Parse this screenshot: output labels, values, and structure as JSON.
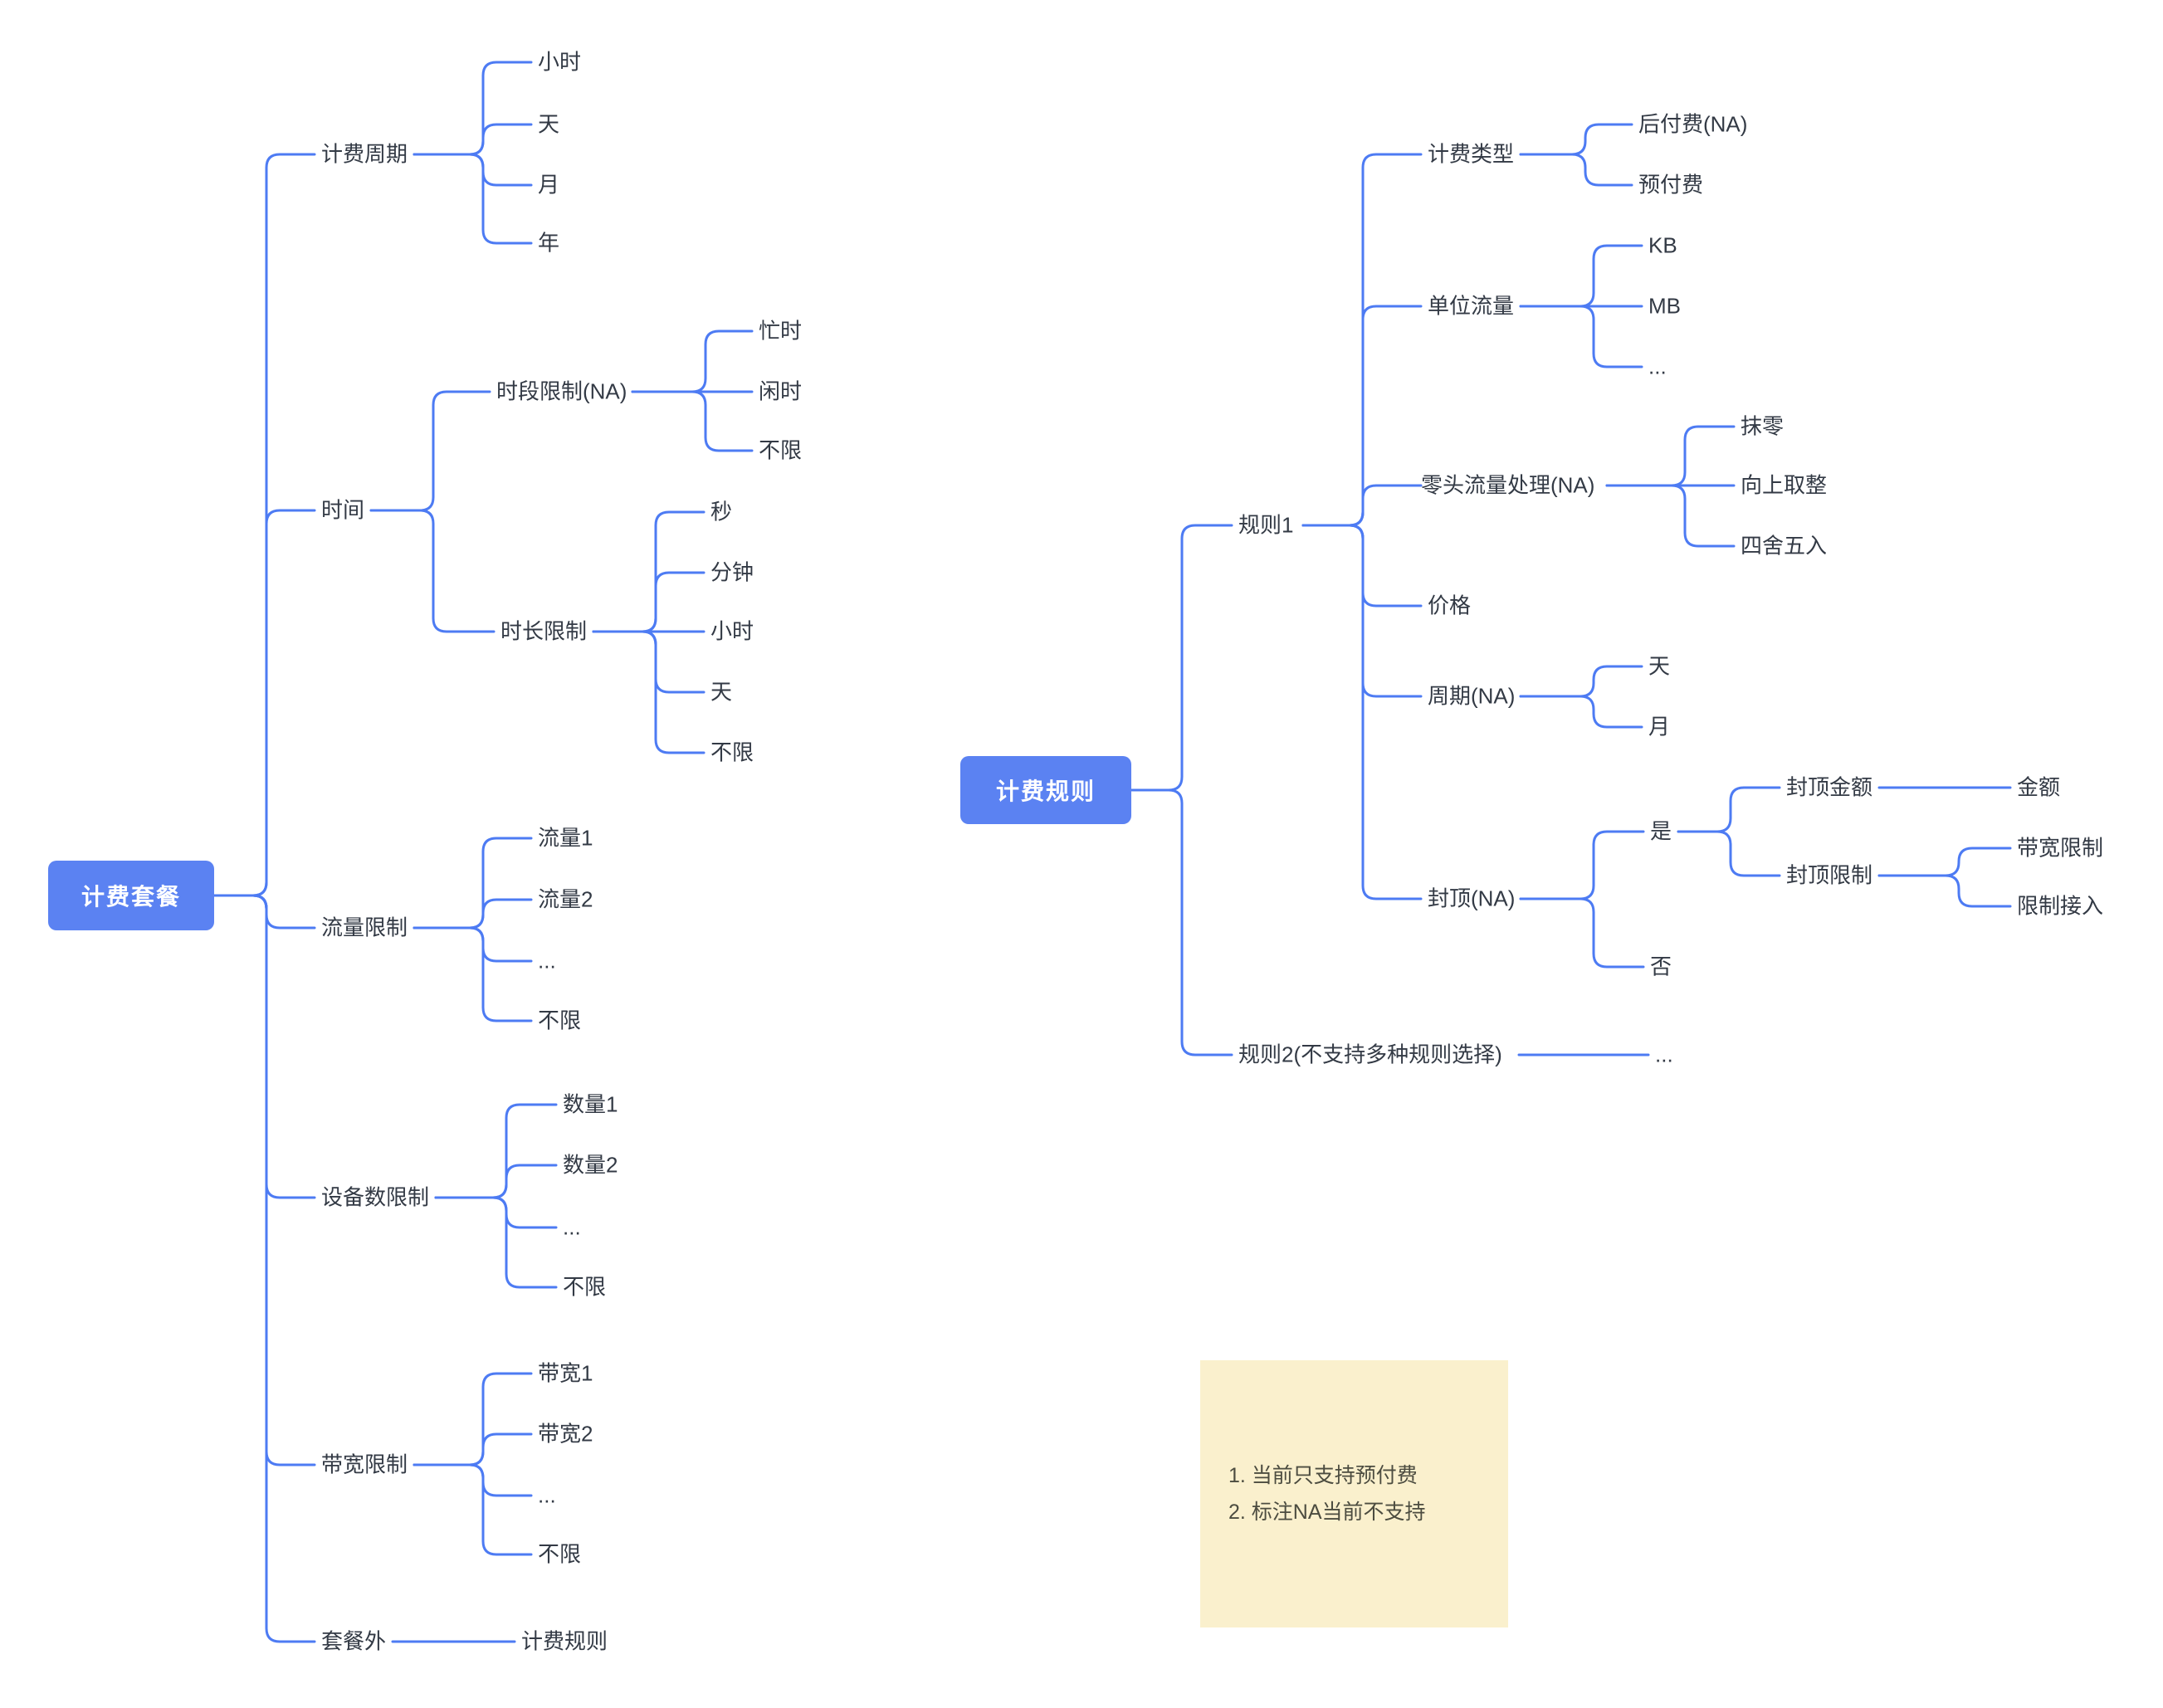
{
  "colors": {
    "accent": "#4d7bf3",
    "root_bg": "#5b82f2",
    "text": "#333a45",
    "note_bg": "#faf0cd"
  },
  "left_tree": {
    "root": "计费套餐",
    "billing_cycle": {
      "label": "计费周期",
      "children": [
        "小时",
        "天",
        "月",
        "年"
      ]
    },
    "time": {
      "label": "时间",
      "period_limit": {
        "label": "时段限制(NA)",
        "children": [
          "忙时",
          "闲时",
          "不限"
        ]
      },
      "duration_limit": {
        "label": "时长限制",
        "children": [
          "秒",
          "分钟",
          "小时",
          "天",
          "不限"
        ]
      }
    },
    "traffic_limit": {
      "label": "流量限制",
      "children": [
        "流量1",
        "流量2",
        "...",
        "不限"
      ]
    },
    "device_limit": {
      "label": "设备数限制",
      "children": [
        "数量1",
        "数量2",
        "...",
        "不限"
      ]
    },
    "bandwidth_limit": {
      "label": "带宽限制",
      "children": [
        "带宽1",
        "带宽2",
        "...",
        "不限"
      ]
    },
    "out_of_package": {
      "label": "套餐外",
      "children": [
        "计费规则"
      ]
    }
  },
  "right_tree": {
    "root": "计费规则",
    "rule1": {
      "label": "规则1",
      "billing_type": {
        "label": "计费类型",
        "children": [
          "后付费(NA)",
          "预付费"
        ]
      },
      "unit_traffic": {
        "label": "单位流量",
        "children": [
          "KB",
          "MB",
          "..."
        ]
      },
      "remainder_handling": {
        "label": "零头流量处理(NA)",
        "children": [
          "抹零",
          "向上取整",
          "四舍五入"
        ]
      },
      "price": {
        "label": "价格"
      },
      "cycle": {
        "label": "周期(NA)",
        "children": [
          "天",
          "月"
        ]
      },
      "cap": {
        "label": "封顶(NA)",
        "yes": {
          "label": "是",
          "cap_amount": {
            "label": "封顶金额",
            "children": [
              "金额"
            ]
          },
          "cap_limit": {
            "label": "封顶限制",
            "children": [
              "带宽限制",
              "限制接入"
            ]
          }
        },
        "no": {
          "label": "否"
        }
      }
    },
    "rule2": {
      "label": "规则2(不支持多种规则选择)",
      "children": [
        "..."
      ]
    }
  },
  "note": {
    "line1": "1. 当前只支持预付费",
    "line2": "2. 标注NA当前不支持"
  }
}
